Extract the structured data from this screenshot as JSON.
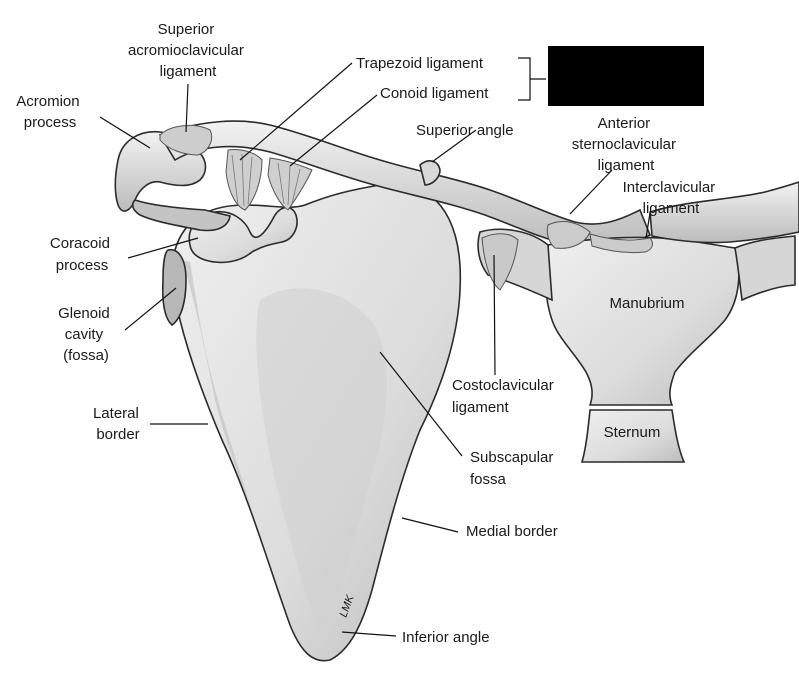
{
  "labels": {
    "superior_acromioclavicular_ligament": [
      "Superior",
      "acromioclavicular",
      "ligament"
    ],
    "acromion_process": [
      "Acromion",
      "process"
    ],
    "trapezoid_ligament": "Trapezoid ligament",
    "conoid_ligament": "Conoid ligament",
    "superior_angle": "Superior angle",
    "anterior_sternoclavicular_ligament": [
      "Anterior",
      "sternoclavicular",
      "ligament"
    ],
    "interclavicular_ligament": [
      "Interclavicular",
      "ligament"
    ],
    "coracoid_process": [
      "Coracoid",
      "process"
    ],
    "glenoid_cavity": [
      "Glenoid",
      "cavity",
      "(fossa)"
    ],
    "manubrium": "Manubrium",
    "costoclavicular_ligament": [
      "Costoclavicular",
      "ligament"
    ],
    "lateral_border": [
      "Lateral",
      "border"
    ],
    "sternum": "Sternum",
    "subscapular_fossa": [
      "Subscapular",
      "fossa"
    ],
    "medial_border": "Medial border",
    "inferior_angle": "Inferior angle",
    "artist_signature": "LMK"
  },
  "colors": {
    "bone_fill": "#e2e2e2",
    "bone_shadow": "#b9b9b9",
    "ligament_fill": "#cfcfcf",
    "redaction_box": "#000000"
  }
}
